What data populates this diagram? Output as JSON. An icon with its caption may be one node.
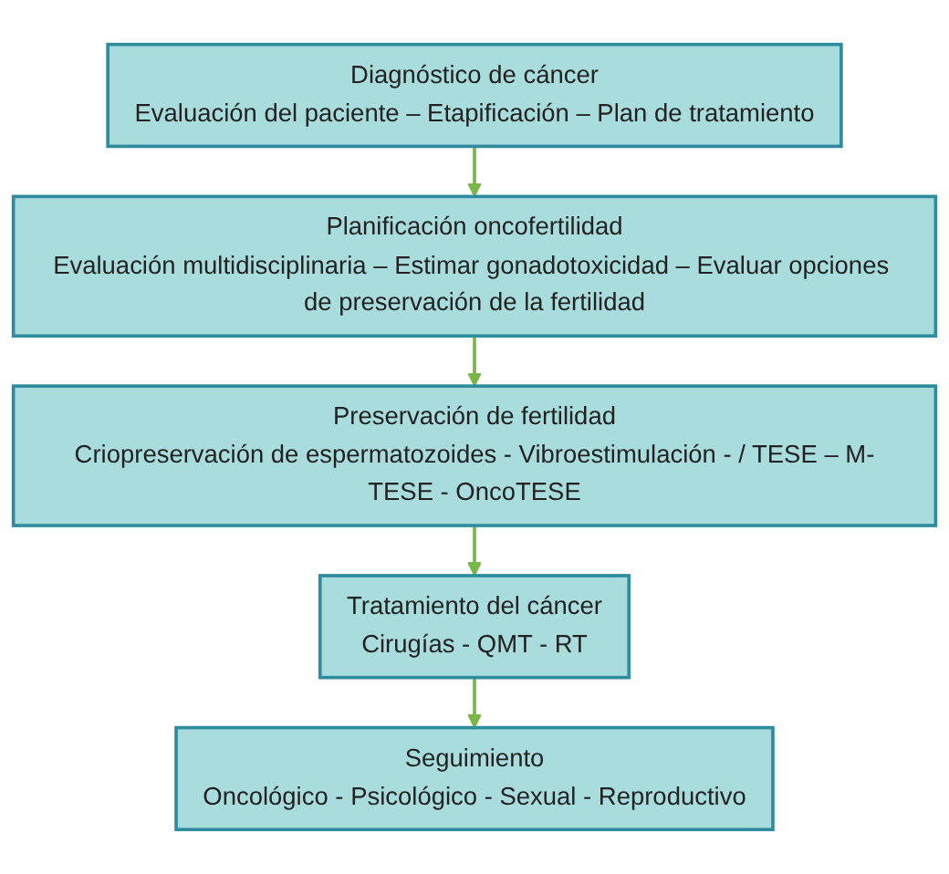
{
  "diagram": {
    "nodes": [
      {
        "text": [
          "Diagnóstico de cáncer",
          "Evaluación del paciente – Etapificación – Plan de tratamiento"
        ]
      },
      {
        "text": [
          "Planificación oncofertilidad",
          "Evaluación multidisciplinaria – Estimar gonadotoxicidad – Evaluar opciones de preservación de la fertilidad"
        ]
      },
      {
        "text": [
          "Preservación de fertilidad",
          "Criopreservación de espermatozoides - Vibroestimulación - / TESE – M-TESE - OncoTESE"
        ]
      },
      {
        "text": [
          "Tratamiento del cáncer",
          "Cirugías - QMT - RT"
        ]
      },
      {
        "text": [
          "Seguimiento",
          "Oncológico - Psicológico - Sexual - Reproductivo"
        ]
      }
    ],
    "edges": [
      {
        "from": 0,
        "to": 1,
        "arrow": "to"
      },
      {
        "from": 1,
        "to": 2,
        "arrow": "to"
      },
      {
        "from": 2,
        "to": 3,
        "arrow": "to"
      },
      {
        "from": 3,
        "to": 4,
        "arrow": "to"
      }
    ]
  }
}
